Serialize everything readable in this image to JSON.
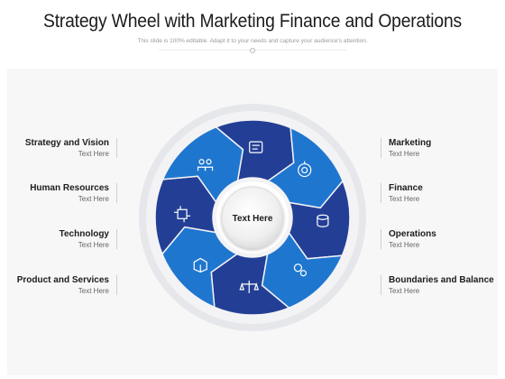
{
  "title": "Strategy Wheel with Marketing Finance and Operations",
  "subtitle": "This slide is 100% editable. Adapt it to your needs and capture your audience's attention.",
  "center": {
    "label": "Text Here"
  },
  "colors": {
    "dark_blue": "#233f95",
    "light_blue": "#1f76cf",
    "ring": "#e6e7eb",
    "hub": "#f2f2f2"
  },
  "left_items": [
    {
      "title": "Strategy and Vision",
      "desc": "Text Here"
    },
    {
      "title": "Human Resources",
      "desc": "Text Here"
    },
    {
      "title": "Technology",
      "desc": "Text Here"
    },
    {
      "title": "Product and Services",
      "desc": "Text Here"
    }
  ],
  "right_items": [
    {
      "title": "Marketing",
      "desc": "Text Here"
    },
    {
      "title": "Finance",
      "desc": "Text Here"
    },
    {
      "title": "Operations",
      "desc": "Text Here"
    },
    {
      "title": "Boundaries and Balance",
      "desc": "Text Here"
    }
  ],
  "wheel_segments": [
    {
      "icon": "chess-strategy-icon",
      "shade": "dark"
    },
    {
      "icon": "computer-marketing-icon",
      "shade": "light"
    },
    {
      "icon": "coins-finance-icon",
      "shade": "dark"
    },
    {
      "icon": "gears-operations-icon",
      "shade": "light"
    },
    {
      "icon": "balance-scale-icon",
      "shade": "dark"
    },
    {
      "icon": "product-box-icon",
      "shade": "light"
    },
    {
      "icon": "circuit-technology-icon",
      "shade": "dark"
    },
    {
      "icon": "people-hr-icon",
      "shade": "light"
    }
  ]
}
